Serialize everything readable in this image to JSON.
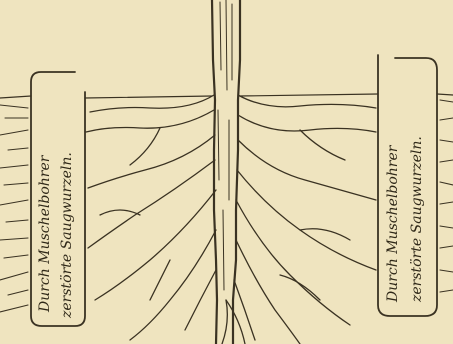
{
  "figure": {
    "left_label": {
      "line1": "Durch Muschelbohrer",
      "line2": "zerstörte Saugwurzeln."
    },
    "right_label": {
      "line1": "Durch Muschelbohrer",
      "line2": "zerstörte Saugwurzeln."
    }
  }
}
